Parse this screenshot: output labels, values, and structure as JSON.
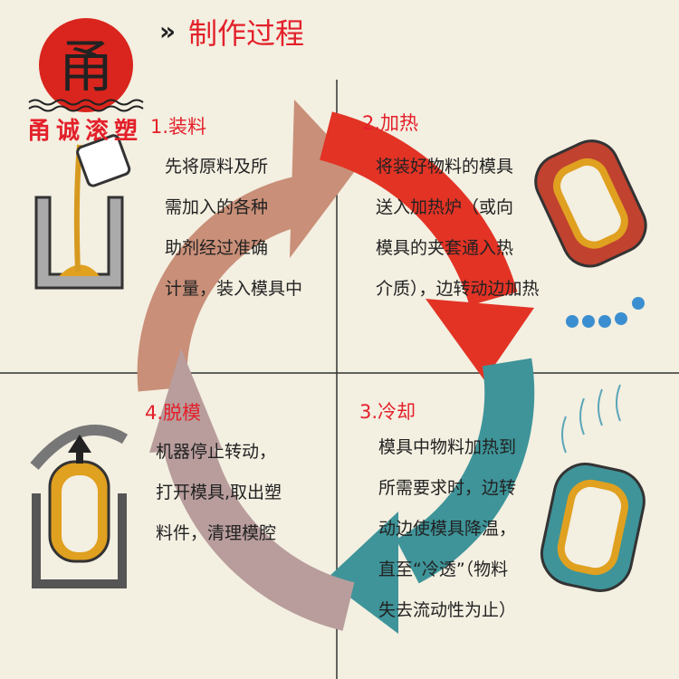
{
  "header": {
    "icon": "double-chevron-icon",
    "title": "制作过程"
  },
  "logo": {
    "glyph": "甬",
    "brand": "甬诚滚塑"
  },
  "steps": [
    {
      "title": "1.装料",
      "lines": [
        "先将原料及所",
        "需加入的各种",
        "助剂经过准确",
        "计量，装入模具中"
      ]
    },
    {
      "title": "2.加热",
      "lines": [
        "将装好物料的模具",
        "送入加热炉（或向",
        "模具的夹套通入热",
        "介质），边转动边加热"
      ]
    },
    {
      "title": "3.冷却",
      "lines": [
        "模具中物料加热到",
        "所需要求时，边转",
        "动边使模具降温，",
        "直至“冷透”（物料",
        "失去流动性为止）"
      ]
    },
    {
      "title": "4.脱模",
      "lines": [
        "机器停止转动，",
        "打开模具,取出塑",
        "料件，清理模腔"
      ]
    }
  ],
  "colors": {
    "load": "#c98f78",
    "heat": "#e23325",
    "cool": "#3e9499",
    "demold": "#b89d9c"
  }
}
